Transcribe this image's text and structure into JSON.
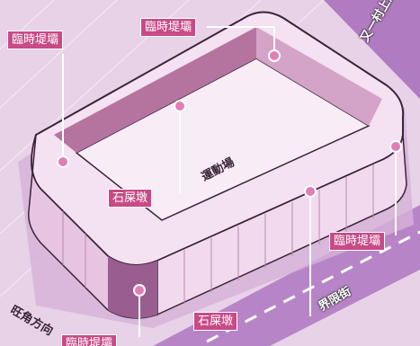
{
  "labels": {
    "seawall_top_left": "臨時堤壩",
    "seawall_top_center": "臨時堤壩",
    "seawall_right": "臨時堤壩",
    "seawall_bottom_left": "臨時堤壩",
    "stone_pier_center": "石屎墩",
    "stone_pier_bottom": "石屎墩",
    "field": "運動場"
  },
  "roads": {
    "top_right": "又一村上湖",
    "bottom_right": "界限街",
    "bottom_left": "旺角方向"
  },
  "colors": {
    "background": "#e7d2e8",
    "wall_light": "#f0d7ee",
    "wall_dark": "#bd8bb8",
    "label_bg": "#c84a86",
    "road": "#b785c7",
    "marker": "#e07eb5"
  }
}
